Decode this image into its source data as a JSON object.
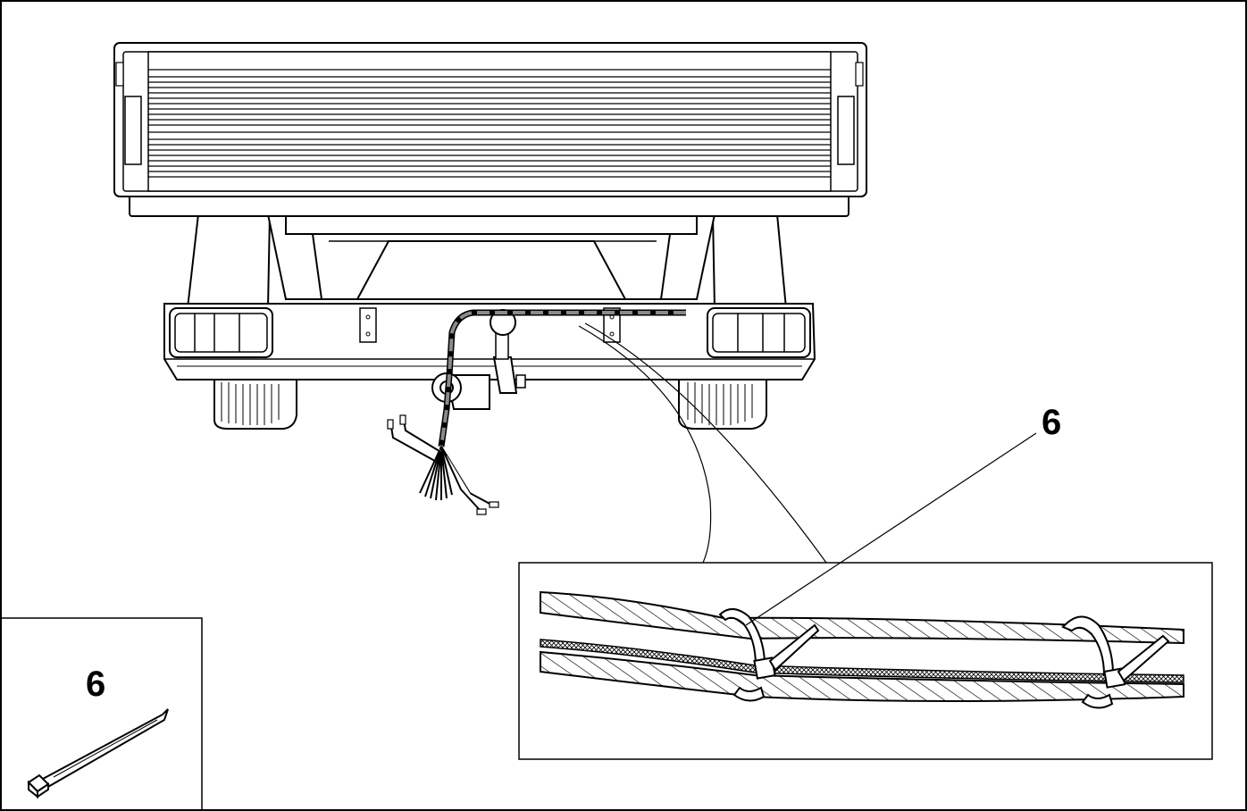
{
  "diagram": {
    "part_number_main": "6",
    "part_number_legend": "6",
    "description": "",
    "colors": {
      "line": "#000000",
      "harness": "#5a5a5a",
      "paper": "#ffffff"
    }
  },
  "components": {
    "vehicle": "truck-rear-view",
    "part_icon": "cable-tie-icon",
    "detail_icon": "harness-bundle-detail"
  }
}
